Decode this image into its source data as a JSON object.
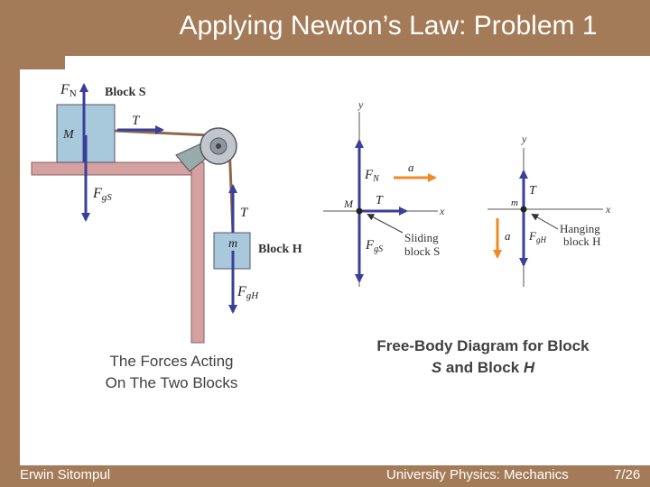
{
  "slide": {
    "title": "Applying Newton’s Law: Problem 1",
    "caption_left_line1": "The Forces Acting",
    "caption_left_line2": "On The Two Blocks",
    "caption_right_line1": "Free-Body Diagram for Block",
    "caption_right_line2a": "S",
    "caption_right_line2b": " and Block ",
    "caption_right_line2c": "H"
  },
  "footer": {
    "author": "Erwin Sitompul",
    "course": "University Physics: Mechanics",
    "page": "7/26"
  },
  "figure_left": {
    "block_s_label": "Block S",
    "block_s_mass": "M",
    "block_h_label": "Block H",
    "block_h_mass": "m",
    "normal_force": "F",
    "normal_sub": "N",
    "tension": "T",
    "weight_s": "F",
    "weight_s_sub": "gS",
    "weight_h": "F",
    "weight_h_sub": "gH"
  },
  "figure_right": {
    "axis_y": "y",
    "axis_x": "x",
    "mass_s": "M",
    "mass_h": "m",
    "accel": "a",
    "label_sliding_1": "Sliding",
    "label_sliding_2": "block S",
    "label_hanging_1": "Hanging",
    "label_hanging_2": "block H"
  },
  "colors": {
    "background": "#a47b58",
    "force_arrow": "#3a3f9a",
    "accel_arrow": "#f08a24",
    "block": "#a8c8dc",
    "table": "#d4a0a0"
  }
}
